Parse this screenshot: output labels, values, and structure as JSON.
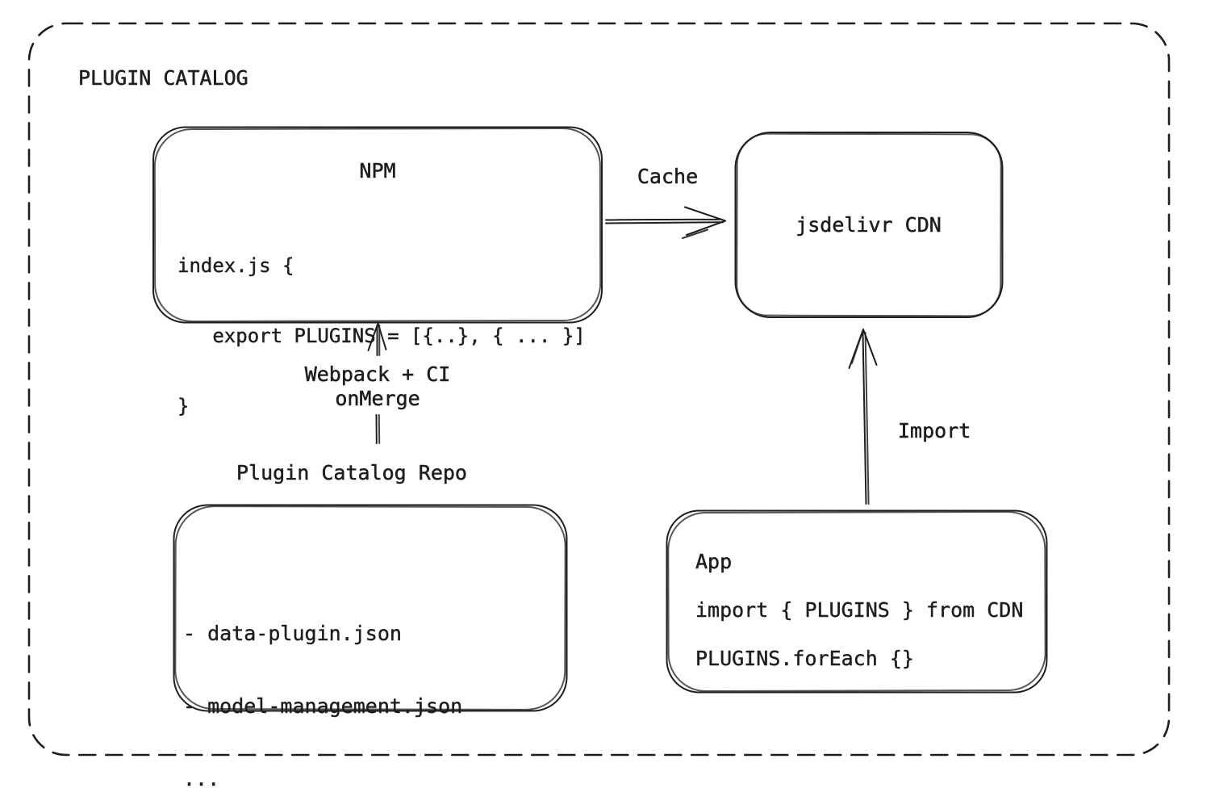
{
  "diagram": {
    "title": "PLUGIN CATALOG",
    "npm_box": {
      "title": "NPM",
      "code": [
        "index.js {",
        "   export PLUGINS = [{..}, { ... }]",
        "}"
      ]
    },
    "cdn_box": {
      "label": "jsdelivr CDN"
    },
    "repo_box": {
      "label": "Plugin Catalog Repo",
      "files": [
        "- data-plugin.json",
        "- model-management.json",
        "..."
      ]
    },
    "app_box": {
      "title": "App",
      "code": [
        "import { PLUGINS } from CDN",
        "PLUGINS.forEach {}"
      ]
    },
    "edges": {
      "cache_label": "Cache",
      "build_label_line1": "Webpack + CI",
      "build_label_line2": "onMerge",
      "import_label": "Import"
    },
    "colors": {
      "ink": "#1e1e1e",
      "background": "#ffffff"
    }
  }
}
